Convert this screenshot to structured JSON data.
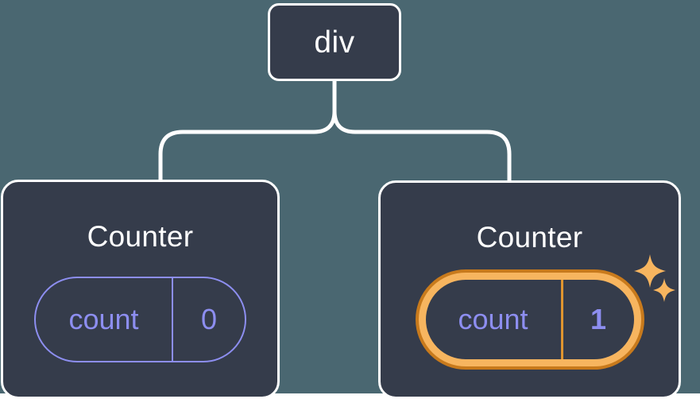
{
  "diagram": {
    "type": "component-tree",
    "background_color": "#4a6771",
    "node_fill_color": "#353c4b",
    "node_stroke_color": "#ffffff",
    "connector_color": "#ffffff",
    "accent_color": "#8d8ef0",
    "highlight_outer_color": "#c87a1c",
    "highlight_inner_color": "#f7b55f",
    "sparkle_color": "#f7b55f"
  },
  "root": {
    "label": "div"
  },
  "children": [
    {
      "title": "Counter",
      "state": {
        "key": "count",
        "value": "0"
      },
      "highlighted": false
    },
    {
      "title": "Counter",
      "state": {
        "key": "count",
        "value": "1"
      },
      "highlighted": true
    }
  ]
}
